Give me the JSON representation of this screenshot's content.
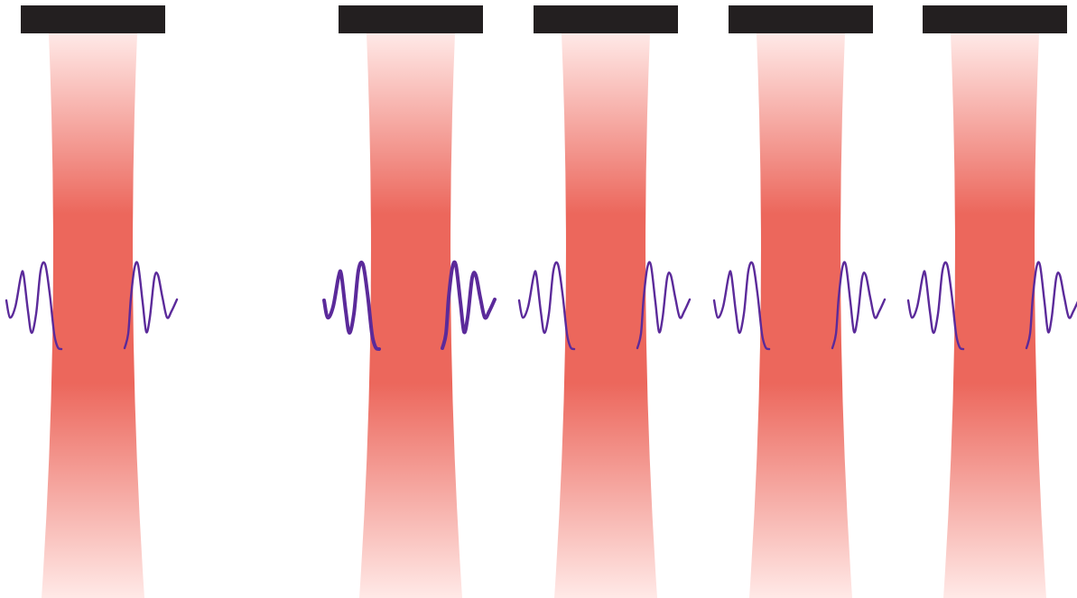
{
  "diagram": {
    "beam_count": 5,
    "beam_panels": [
      {
        "id": "beam-1",
        "pulse_style": "thin"
      },
      {
        "id": "beam-2",
        "pulse_style": "bold"
      },
      {
        "id": "beam-3",
        "pulse_style": "thin"
      },
      {
        "id": "beam-4",
        "pulse_style": "thin"
      },
      {
        "id": "beam-5",
        "pulse_style": "thin"
      }
    ],
    "colors": {
      "background": "#ffffff",
      "mount_bar": "#231f20",
      "beam_core": "#ec675c",
      "beam_edge": "#ffe9e7",
      "pulse": "#5b2a9a"
    },
    "icons": {
      "mount": "rectangular-mount-bar",
      "beam": "focused-laser-beam",
      "pulse": "wave-packet"
    }
  }
}
